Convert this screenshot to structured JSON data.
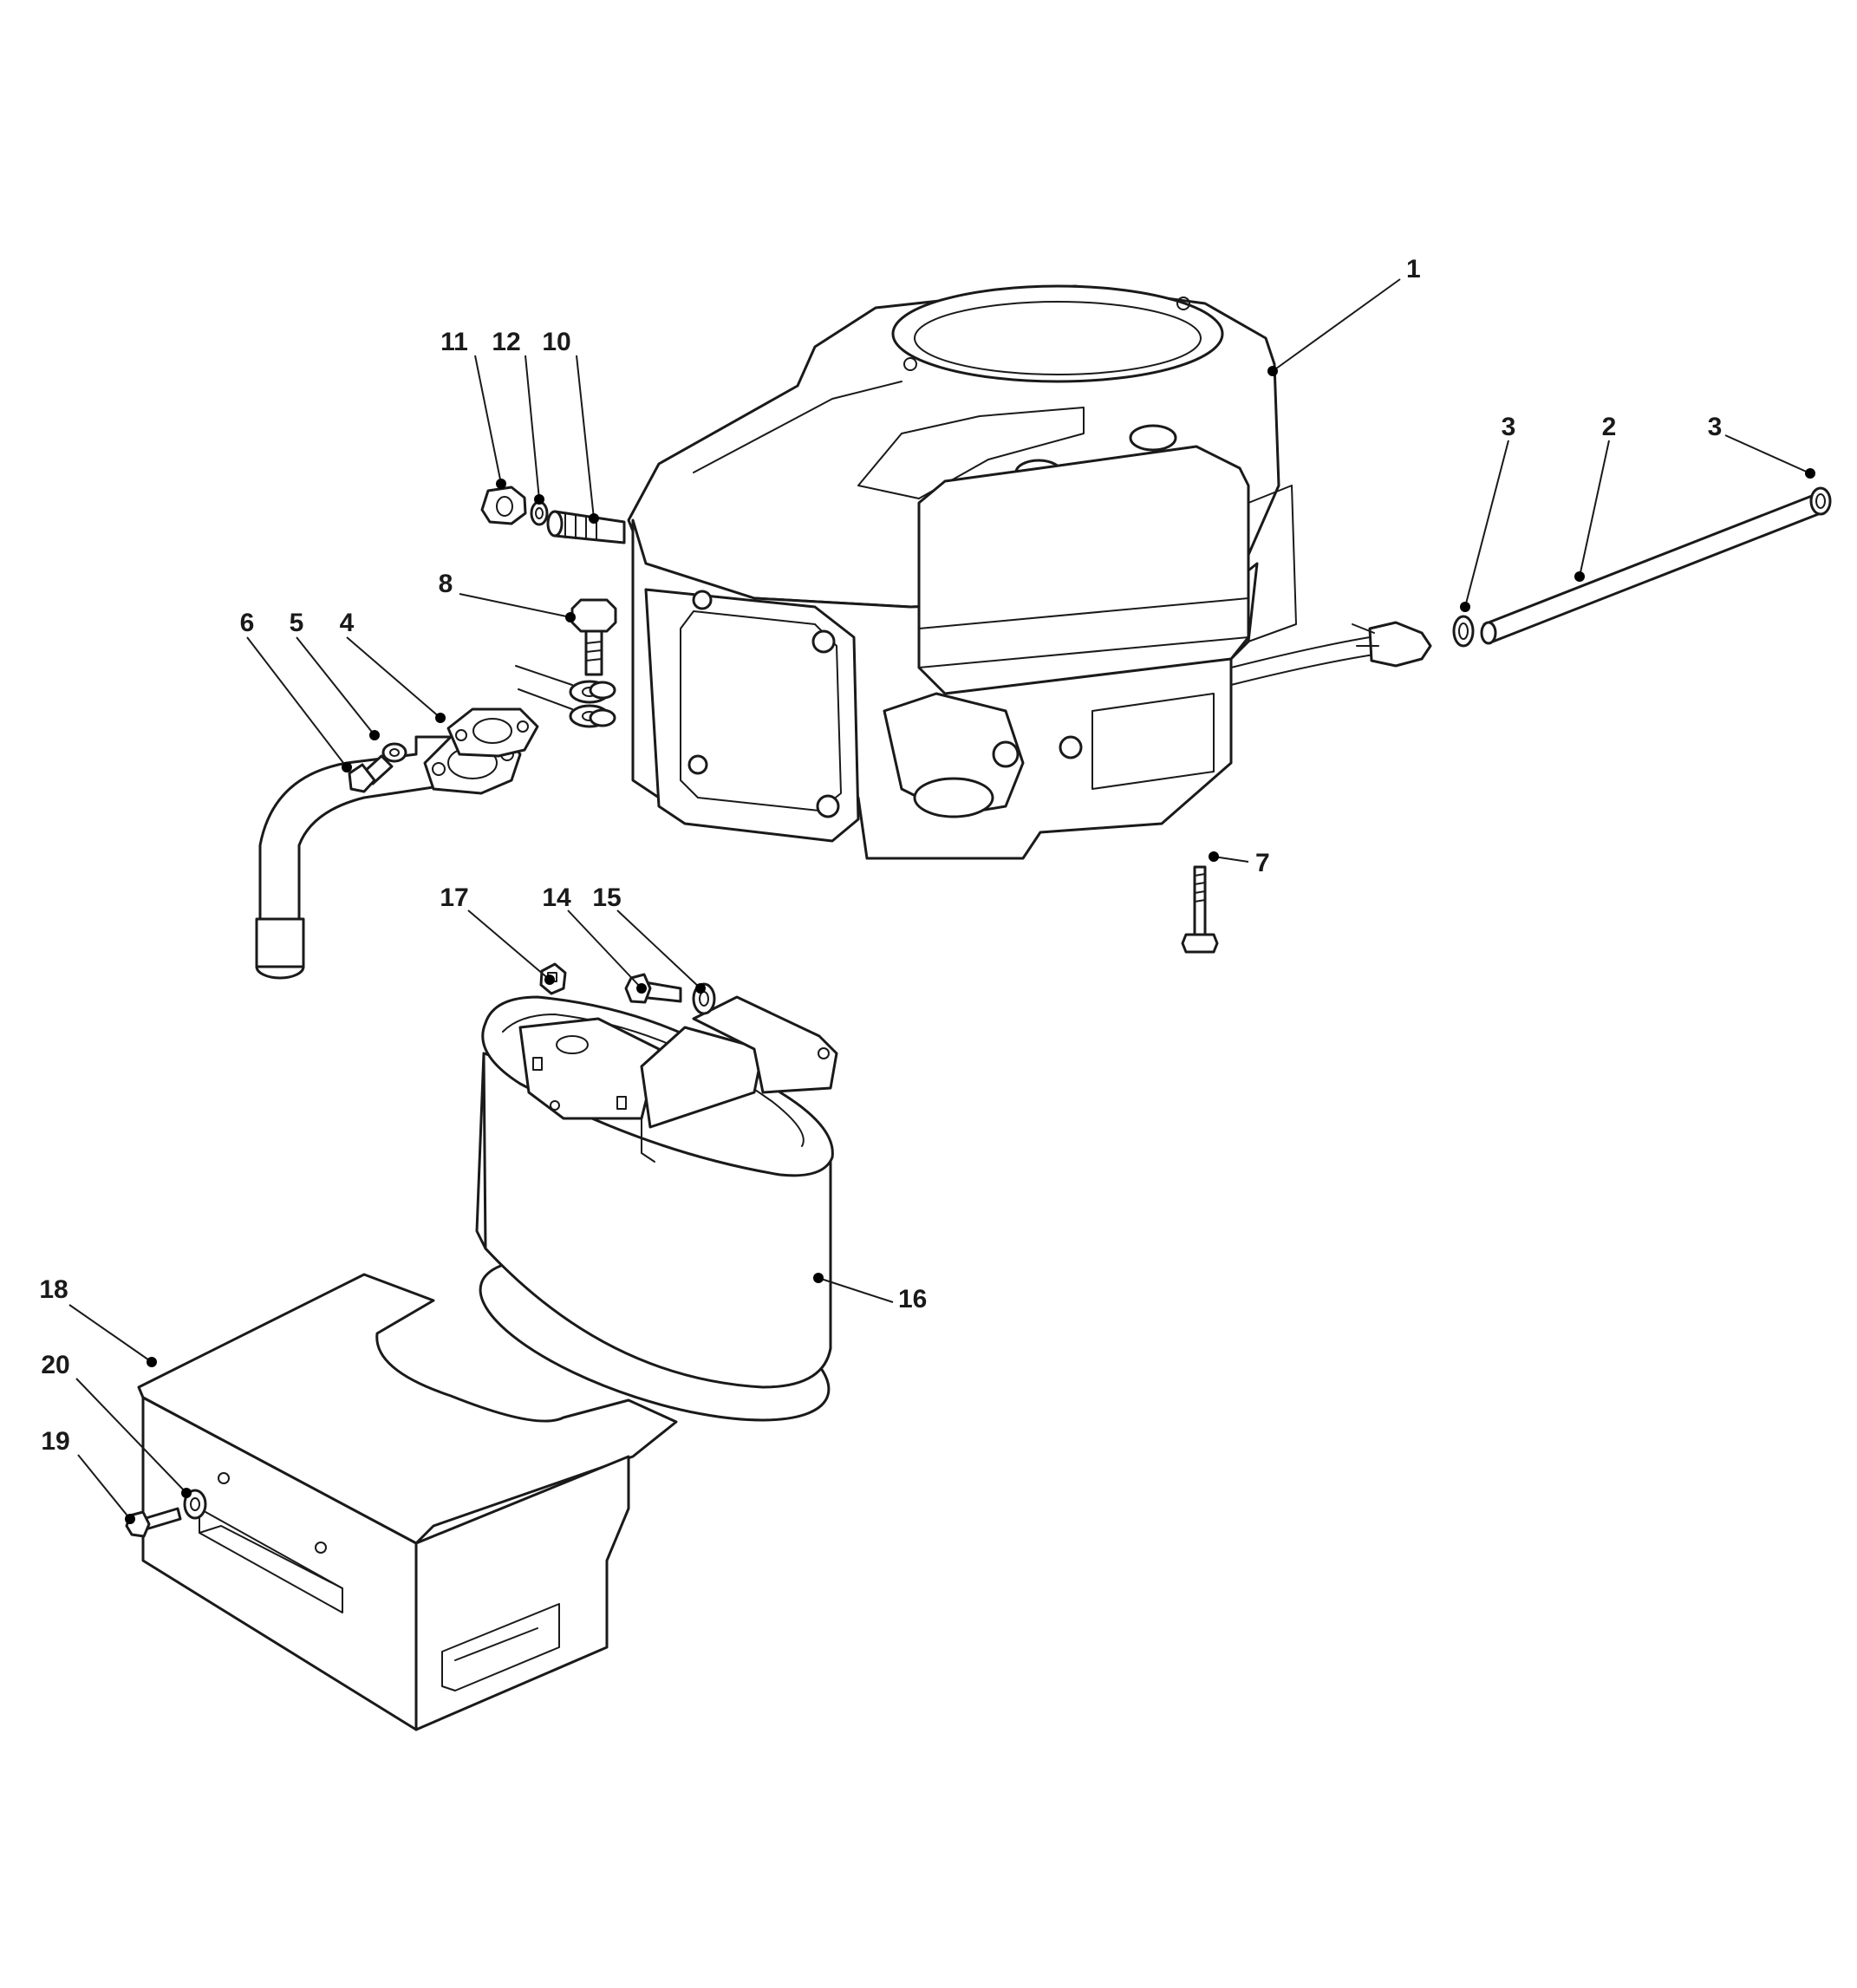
{
  "callouts": [
    {
      "id": "c1",
      "text": "1"
    },
    {
      "id": "c2",
      "text": "2"
    },
    {
      "id": "c3a",
      "text": "3"
    },
    {
      "id": "c3b",
      "text": "3"
    },
    {
      "id": "c4",
      "text": "4"
    },
    {
      "id": "c5",
      "text": "5"
    },
    {
      "id": "c6",
      "text": "6"
    },
    {
      "id": "c7",
      "text": "7"
    },
    {
      "id": "c8",
      "text": "8"
    },
    {
      "id": "c10",
      "text": "10"
    },
    {
      "id": "c11",
      "text": "11"
    },
    {
      "id": "c12",
      "text": "12"
    },
    {
      "id": "c14",
      "text": "14"
    },
    {
      "id": "c15",
      "text": "15"
    },
    {
      "id": "c16",
      "text": "16"
    },
    {
      "id": "c17",
      "text": "17"
    },
    {
      "id": "c18",
      "text": "18"
    },
    {
      "id": "c19",
      "text": "19"
    },
    {
      "id": "c20",
      "text": "20"
    }
  ],
  "colors": {
    "line": "#1a1a1a",
    "background": "#ffffff"
  }
}
